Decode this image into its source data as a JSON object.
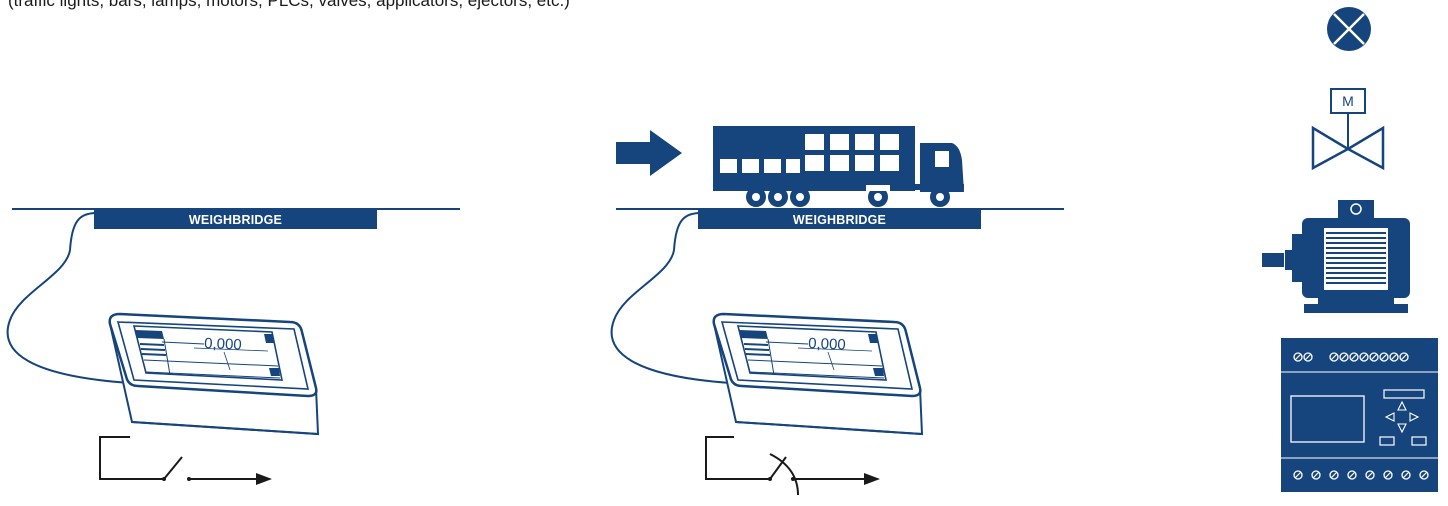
{
  "caption": "(traffic lights, bars, lamps, motors, PLCs, valves, applicators, ejectors, etc.)",
  "scenes": [
    {
      "weighbridge_label": "WEIGHBRIDGE",
      "display_reading": "0,000",
      "switch_state": "open"
    },
    {
      "weighbridge_label": "WEIGHBRIDGE",
      "display_reading": "0,000",
      "switch_state": "closed",
      "truck_present": true
    }
  ],
  "valve_label": "M",
  "colors": {
    "primary": "#16447d",
    "text": "#1a1a1a",
    "background": "#ffffff"
  },
  "icons": [
    "lamp-icon",
    "motorized-valve-icon",
    "electric-motor-icon",
    "plc-icon"
  ]
}
